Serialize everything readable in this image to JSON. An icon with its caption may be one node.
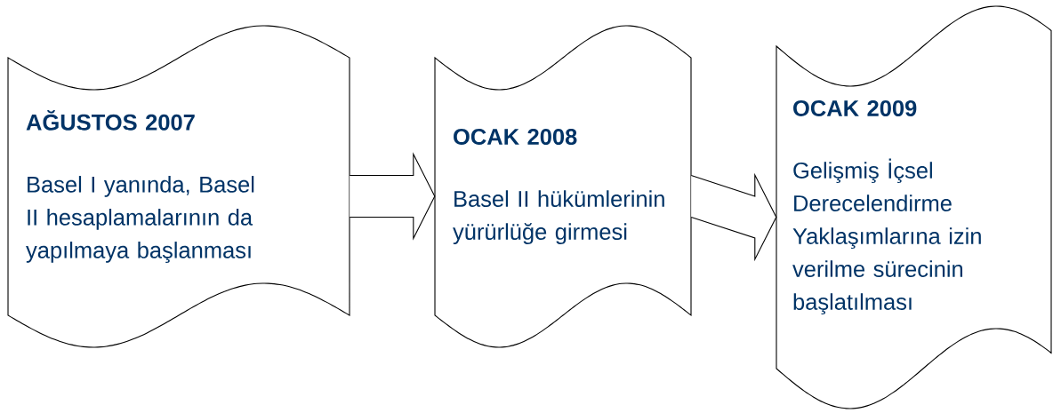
{
  "diagram": {
    "nodes": [
      {
        "text": [
          "AĞUSTOS 2007",
          "Basel I yanında, Basel II hesaplamalarının da yapılmaya başlanması"
        ]
      },
      {
        "text": [
          "OCAK 2008",
          "Basel II hükümlerinin yürürlüğe girmesi"
        ]
      },
      {
        "text": [
          "OCAK 2009",
          "Gelişmiş İçsel Derecelendirme Yaklaşımlarına izin verilme sürecinin başlatılması"
        ]
      }
    ],
    "edges": [
      {
        "from": 0,
        "to": 1,
        "arrow": "to"
      },
      {
        "from": 1,
        "to": 2,
        "arrow": "to"
      }
    ]
  }
}
